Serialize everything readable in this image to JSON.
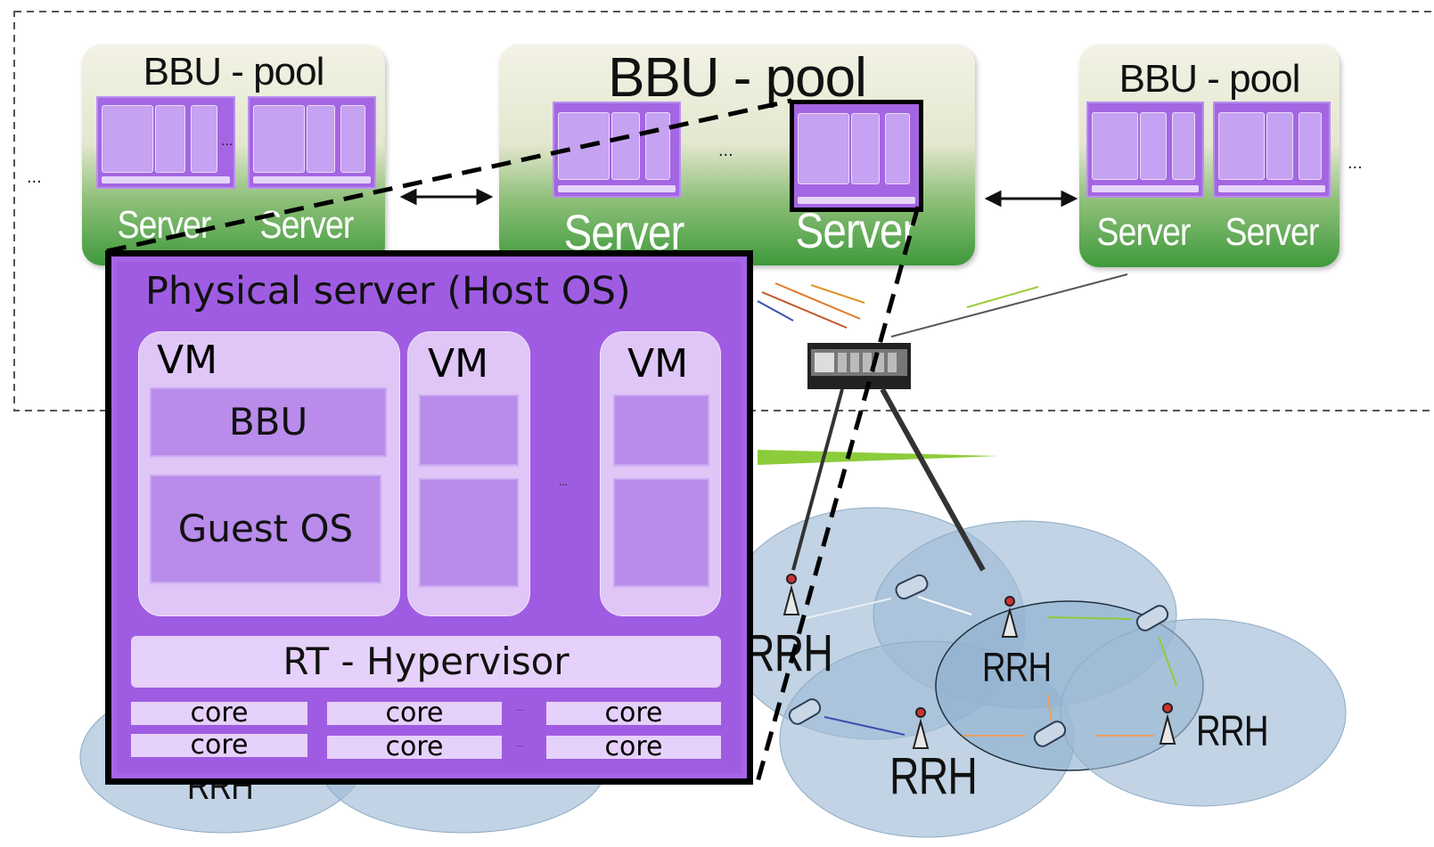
{
  "pools": [
    {
      "label": "BBU - pool",
      "servers": [
        "Server",
        "Server"
      ]
    },
    {
      "label": "BBU - pool",
      "servers": [
        "Server",
        "Server"
      ]
    },
    {
      "label": "BBU - pool",
      "servers": [
        "Server",
        "Server"
      ]
    }
  ],
  "ellipsis": "...",
  "zoom": {
    "title": "Physical server (Host OS)",
    "vm_label": "VM",
    "bbu": "BBU",
    "guest_os": "Guest OS",
    "hypervisor": "RT - Hypervisor",
    "core": "core",
    "small_ellipsis": "..."
  },
  "rrh_label": "RRH",
  "colors": {
    "server_purple": "#a466e2",
    "pool_green": "#3f9a3c",
    "cell_blue": "#8fb2cf"
  }
}
